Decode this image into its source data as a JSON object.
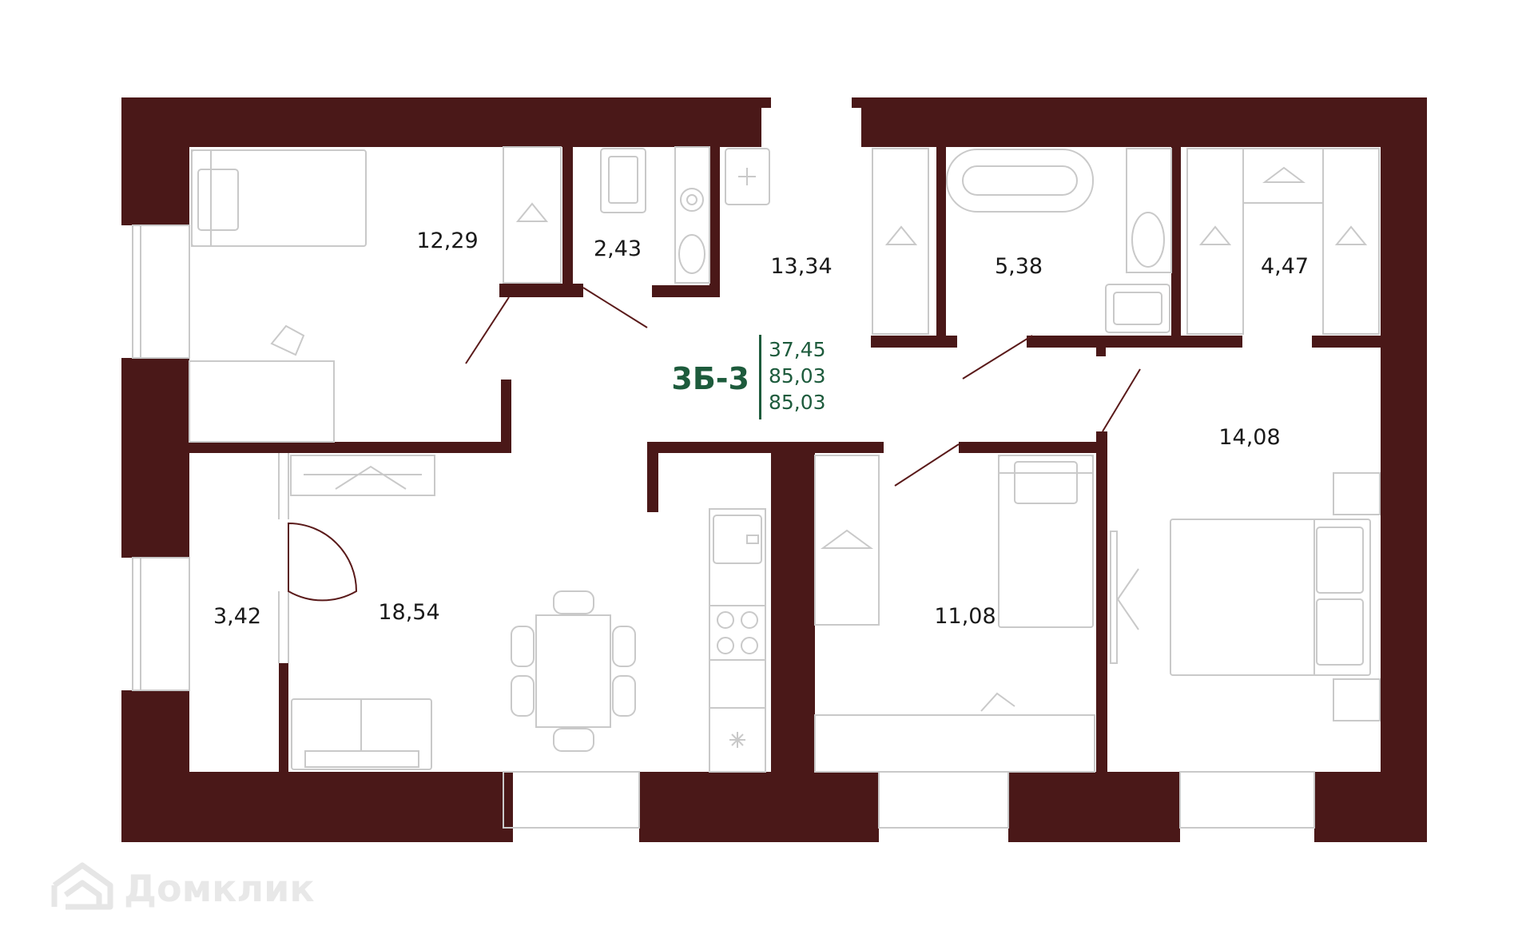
{
  "apartment": {
    "code": "3Б-3",
    "stats": [
      "37,45",
      "85,03",
      "85,03"
    ],
    "colors": {
      "wall": "#4a1818",
      "accent": "#1d5b3c",
      "furniture": "#c9c9c9"
    }
  },
  "rooms": [
    {
      "id": "bedroom-1",
      "area": "12,29"
    },
    {
      "id": "wc",
      "area": "2,43"
    },
    {
      "id": "hallway",
      "area": "13,34"
    },
    {
      "id": "bathroom",
      "area": "5,38"
    },
    {
      "id": "wardrobe",
      "area": "4,47"
    },
    {
      "id": "bedroom-master",
      "area": "14,08"
    },
    {
      "id": "balcony",
      "area": "3,42"
    },
    {
      "id": "kitchen-living",
      "area": "18,54"
    },
    {
      "id": "bedroom-2",
      "area": "11,08"
    }
  ],
  "watermark": {
    "text": "Домклик",
    "icon": "house-logo-icon"
  }
}
